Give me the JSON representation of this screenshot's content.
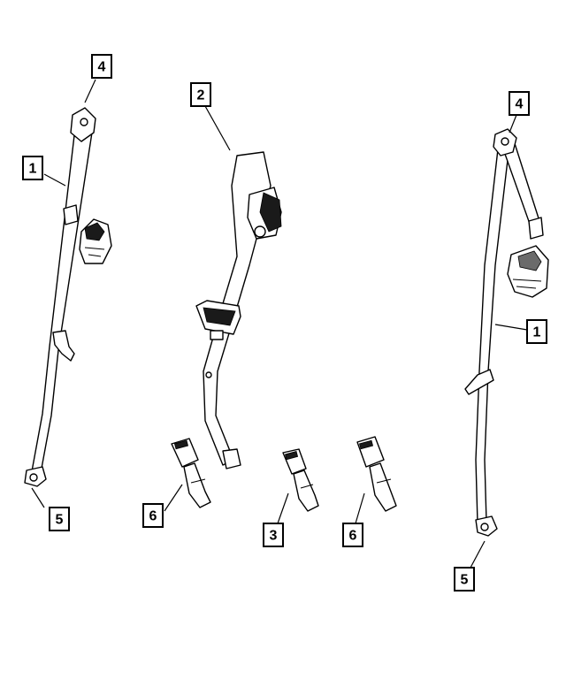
{
  "callouts": [
    {
      "id": "c-left-4",
      "label": "4"
    },
    {
      "id": "c-left-1",
      "label": "1"
    },
    {
      "id": "c-left-5",
      "label": "5"
    },
    {
      "id": "c-center-2",
      "label": "2"
    },
    {
      "id": "c-center-6",
      "label": "6"
    },
    {
      "id": "c-center-3",
      "label": "3"
    },
    {
      "id": "c-center-6b",
      "label": "6"
    },
    {
      "id": "c-right-4",
      "label": "4"
    },
    {
      "id": "c-right-1",
      "label": "1"
    },
    {
      "id": "c-right-5",
      "label": "5"
    }
  ],
  "colors": {
    "stroke": "#000000",
    "background": "#ffffff"
  }
}
